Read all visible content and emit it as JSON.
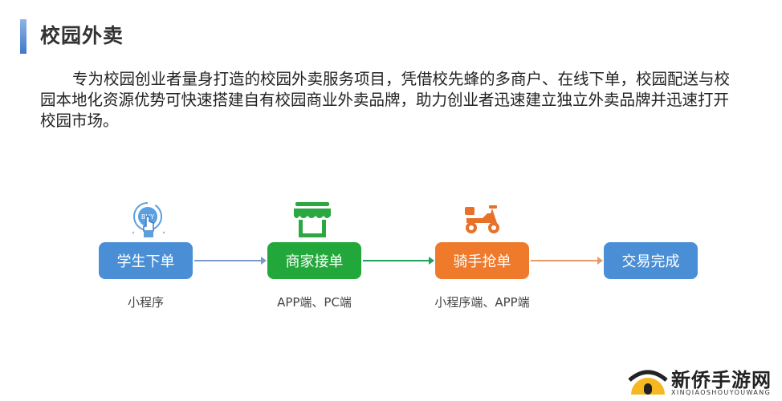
{
  "header": {
    "title": "校园外卖"
  },
  "intro": {
    "text": "专为校园创业者量身打造的校园外卖服务项目，凭借校先蜂的多商户、在线下单，校园配送与校园本地化资源优势可快速搭建自有校园商业外卖品牌，助力创业者迅速建立独立外卖品牌并迅速打开校园市场。"
  },
  "flow": {
    "steps": [
      {
        "label": "学生下单",
        "sub": "小程序",
        "color": "#4a8fd6",
        "icon": "buy-hand-icon"
      },
      {
        "label": "商家接单",
        "sub": "APP端、PC端",
        "color": "#22a83a",
        "icon": "storefront-icon"
      },
      {
        "label": "骑手抢单",
        "sub": "小程序端、APP端",
        "color": "#ef7a2c",
        "icon": "scooter-icon"
      },
      {
        "label": "交易完成",
        "sub": "",
        "color": "#4a8fd6",
        "icon": ""
      }
    ],
    "arrow_colors": [
      "#7a9cc8",
      "#22a060",
      "#e69a6a"
    ]
  },
  "watermark": {
    "name": "新侨手游网",
    "pinyin": "XINQIAOSHOUYOUWANG"
  }
}
